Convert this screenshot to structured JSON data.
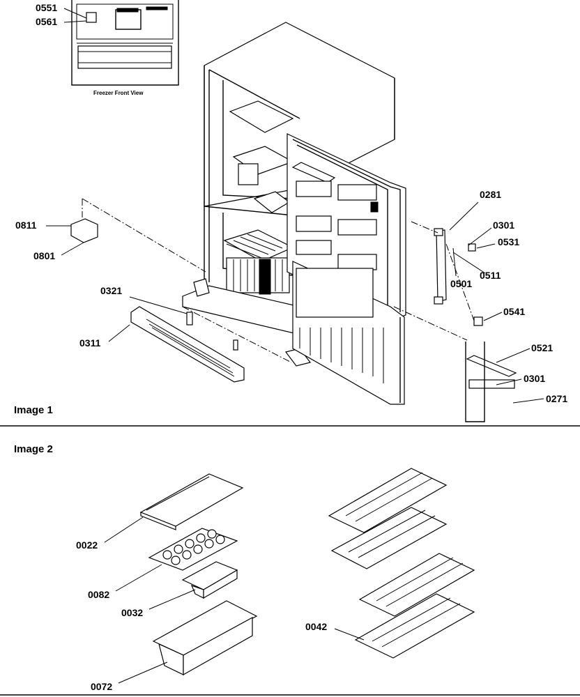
{
  "inset": {
    "caption": "Freezer Front View"
  },
  "sections": [
    {
      "title": "Image 1"
    },
    {
      "title": "Image 2"
    }
  ],
  "callouts": [
    {
      "id": "0551",
      "text": "0551"
    },
    {
      "id": "0561",
      "text": "0561"
    },
    {
      "id": "0811",
      "text": "0811"
    },
    {
      "id": "0801",
      "text": "0801"
    },
    {
      "id": "0321",
      "text": "0321"
    },
    {
      "id": "0311",
      "text": "0311"
    },
    {
      "id": "0281",
      "text": "0281"
    },
    {
      "id": "0301a",
      "text": "0301"
    },
    {
      "id": "0531",
      "text": "0531"
    },
    {
      "id": "0501",
      "text": "0501"
    },
    {
      "id": "0511",
      "text": "0511"
    },
    {
      "id": "0541",
      "text": "0541"
    },
    {
      "id": "0521",
      "text": "0521"
    },
    {
      "id": "0301b",
      "text": "0301"
    },
    {
      "id": "0271",
      "text": "0271"
    },
    {
      "id": "0022",
      "text": "0022"
    },
    {
      "id": "0082",
      "text": "0082"
    },
    {
      "id": "0032",
      "text": "0032"
    },
    {
      "id": "0072",
      "text": "0072"
    },
    {
      "id": "0042",
      "text": "0042"
    }
  ]
}
